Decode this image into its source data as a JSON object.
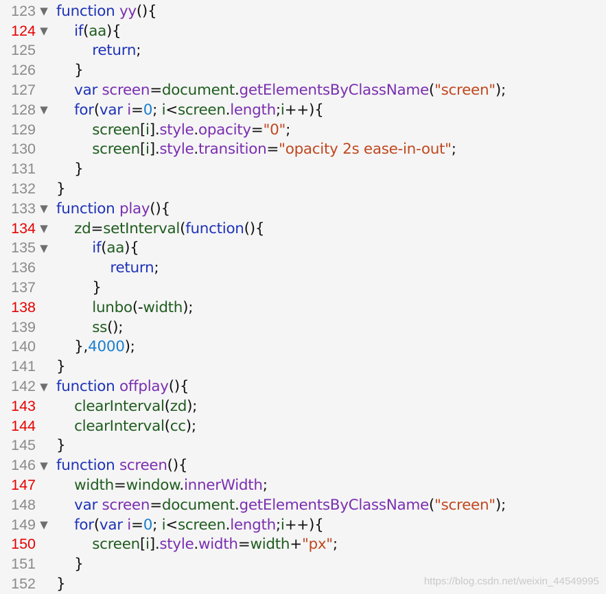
{
  "colors": {
    "keyword": "#1f33b8",
    "function_name": "#7a2fb0",
    "identifier": "#1f5c1f",
    "string": "#c0481f",
    "number": "#1a7fd0",
    "line_number": "#8a8a8a",
    "breakpoint_line_number": "#e60000",
    "background": "#f5f5f5"
  },
  "fold_icon": "triangle-down",
  "watermark": "https://blog.csdn.net/weixin_44549995",
  "lines": [
    {
      "n": "123",
      "bp": false,
      "fold": true,
      "indent": "",
      "tokens": [
        [
          "kw",
          "function "
        ],
        [
          "fn",
          "yy"
        ],
        [
          "op",
          "(){"
        ]
      ]
    },
    {
      "n": "124",
      "bp": true,
      "fold": true,
      "indent": "    ",
      "tokens": [
        [
          "kw",
          "if"
        ],
        [
          "op",
          "("
        ],
        [
          "id",
          "aa"
        ],
        [
          "op",
          "){"
        ]
      ]
    },
    {
      "n": "125",
      "bp": false,
      "fold": false,
      "indent": "        ",
      "tokens": [
        [
          "kw",
          "return"
        ],
        [
          "op",
          ";"
        ]
      ]
    },
    {
      "n": "126",
      "bp": false,
      "fold": false,
      "indent": "    ",
      "tokens": [
        [
          "op",
          "}"
        ]
      ]
    },
    {
      "n": "127",
      "bp": false,
      "fold": false,
      "indent": "    ",
      "tokens": [
        [
          "kw",
          "var "
        ],
        [
          "fn",
          "screen"
        ],
        [
          "op",
          "="
        ],
        [
          "id",
          "document"
        ],
        [
          "op",
          "."
        ],
        [
          "prop",
          "getElementsByClassName"
        ],
        [
          "op",
          "("
        ],
        [
          "str",
          "\"screen\""
        ],
        [
          "op",
          ");"
        ]
      ]
    },
    {
      "n": "128",
      "bp": false,
      "fold": true,
      "indent": "    ",
      "tokens": [
        [
          "kw",
          "for"
        ],
        [
          "op",
          "("
        ],
        [
          "kw",
          "var "
        ],
        [
          "fn",
          "i"
        ],
        [
          "op",
          "="
        ],
        [
          "num",
          "0"
        ],
        [
          "op",
          "; "
        ],
        [
          "id",
          "i"
        ],
        [
          "op",
          "<"
        ],
        [
          "id",
          "screen"
        ],
        [
          "op",
          "."
        ],
        [
          "prop",
          "length"
        ],
        [
          "op",
          ";"
        ],
        [
          "id",
          "i"
        ],
        [
          "op",
          "++){"
        ]
      ]
    },
    {
      "n": "129",
      "bp": false,
      "fold": false,
      "indent": "        ",
      "tokens": [
        [
          "id",
          "screen"
        ],
        [
          "op",
          "["
        ],
        [
          "id",
          "i"
        ],
        [
          "op",
          "]."
        ],
        [
          "prop",
          "style"
        ],
        [
          "op",
          "."
        ],
        [
          "prop",
          "opacity"
        ],
        [
          "op",
          "="
        ],
        [
          "str",
          "\"0\""
        ],
        [
          "op",
          ";"
        ]
      ]
    },
    {
      "n": "130",
      "bp": false,
      "fold": false,
      "indent": "        ",
      "tokens": [
        [
          "id",
          "screen"
        ],
        [
          "op",
          "["
        ],
        [
          "id",
          "i"
        ],
        [
          "op",
          "]."
        ],
        [
          "prop",
          "style"
        ],
        [
          "op",
          "."
        ],
        [
          "prop",
          "transition"
        ],
        [
          "op",
          "="
        ],
        [
          "str",
          "\"opacity 2s ease-in-out\""
        ],
        [
          "op",
          ";"
        ]
      ]
    },
    {
      "n": "131",
      "bp": false,
      "fold": false,
      "indent": "    ",
      "tokens": [
        [
          "op",
          "}"
        ]
      ]
    },
    {
      "n": "132",
      "bp": false,
      "fold": false,
      "indent": "",
      "tokens": [
        [
          "op",
          "}"
        ]
      ]
    },
    {
      "n": "133",
      "bp": false,
      "fold": true,
      "indent": "",
      "tokens": [
        [
          "kw",
          "function "
        ],
        [
          "fn",
          "play"
        ],
        [
          "op",
          "(){"
        ]
      ]
    },
    {
      "n": "134",
      "bp": true,
      "fold": true,
      "indent": "    ",
      "tokens": [
        [
          "id",
          "zd"
        ],
        [
          "op",
          "="
        ],
        [
          "id",
          "setInterval"
        ],
        [
          "op",
          "("
        ],
        [
          "kw",
          "function"
        ],
        [
          "op",
          "(){"
        ]
      ]
    },
    {
      "n": "135",
      "bp": false,
      "fold": true,
      "indent": "        ",
      "tokens": [
        [
          "kw",
          "if"
        ],
        [
          "op",
          "("
        ],
        [
          "id",
          "aa"
        ],
        [
          "op",
          "){"
        ]
      ]
    },
    {
      "n": "136",
      "bp": false,
      "fold": false,
      "indent": "            ",
      "tokens": [
        [
          "kw",
          "return"
        ],
        [
          "op",
          ";"
        ]
      ]
    },
    {
      "n": "137",
      "bp": false,
      "fold": false,
      "indent": "        ",
      "tokens": [
        [
          "op",
          "}"
        ]
      ]
    },
    {
      "n": "138",
      "bp": true,
      "fold": false,
      "indent": "        ",
      "tokens": [
        [
          "id",
          "lunbo"
        ],
        [
          "op",
          "(-"
        ],
        [
          "id",
          "width"
        ],
        [
          "op",
          ");"
        ]
      ]
    },
    {
      "n": "139",
      "bp": false,
      "fold": false,
      "indent": "        ",
      "tokens": [
        [
          "id",
          "ss"
        ],
        [
          "op",
          "();"
        ]
      ]
    },
    {
      "n": "140",
      "bp": false,
      "fold": false,
      "indent": "    ",
      "tokens": [
        [
          "op",
          "},"
        ],
        [
          "num",
          "4000"
        ],
        [
          "op",
          ");"
        ]
      ]
    },
    {
      "n": "141",
      "bp": false,
      "fold": false,
      "indent": "",
      "tokens": [
        [
          "op",
          "}"
        ]
      ]
    },
    {
      "n": "142",
      "bp": false,
      "fold": true,
      "indent": "",
      "tokens": [
        [
          "kw",
          "function "
        ],
        [
          "fn",
          "offplay"
        ],
        [
          "op",
          "(){"
        ]
      ]
    },
    {
      "n": "143",
      "bp": true,
      "fold": false,
      "indent": "    ",
      "tokens": [
        [
          "id",
          "clearInterval"
        ],
        [
          "op",
          "("
        ],
        [
          "id",
          "zd"
        ],
        [
          "op",
          ");"
        ]
      ]
    },
    {
      "n": "144",
      "bp": true,
      "fold": false,
      "indent": "    ",
      "tokens": [
        [
          "id",
          "clearInterval"
        ],
        [
          "op",
          "("
        ],
        [
          "id",
          "cc"
        ],
        [
          "op",
          ");"
        ]
      ]
    },
    {
      "n": "145",
      "bp": false,
      "fold": false,
      "indent": "",
      "tokens": [
        [
          "op",
          "}"
        ]
      ]
    },
    {
      "n": "146",
      "bp": false,
      "fold": true,
      "indent": "",
      "tokens": [
        [
          "kw",
          "function "
        ],
        [
          "fn",
          "screen"
        ],
        [
          "op",
          "(){"
        ]
      ]
    },
    {
      "n": "147",
      "bp": true,
      "fold": false,
      "indent": "    ",
      "tokens": [
        [
          "id",
          "width"
        ],
        [
          "op",
          "="
        ],
        [
          "id",
          "window"
        ],
        [
          "op",
          "."
        ],
        [
          "prop",
          "innerWidth"
        ],
        [
          "op",
          ";"
        ]
      ]
    },
    {
      "n": "148",
      "bp": false,
      "fold": false,
      "indent": "    ",
      "tokens": [
        [
          "kw",
          "var "
        ],
        [
          "fn",
          "screen"
        ],
        [
          "op",
          "="
        ],
        [
          "id",
          "document"
        ],
        [
          "op",
          "."
        ],
        [
          "prop",
          "getElementsByClassName"
        ],
        [
          "op",
          "("
        ],
        [
          "str",
          "\"screen\""
        ],
        [
          "op",
          ");"
        ]
      ]
    },
    {
      "n": "149",
      "bp": false,
      "fold": true,
      "indent": "    ",
      "tokens": [
        [
          "kw",
          "for"
        ],
        [
          "op",
          "("
        ],
        [
          "kw",
          "var "
        ],
        [
          "fn",
          "i"
        ],
        [
          "op",
          "="
        ],
        [
          "num",
          "0"
        ],
        [
          "op",
          "; "
        ],
        [
          "id",
          "i"
        ],
        [
          "op",
          "<"
        ],
        [
          "id",
          "screen"
        ],
        [
          "op",
          "."
        ],
        [
          "prop",
          "length"
        ],
        [
          "op",
          ";"
        ],
        [
          "id",
          "i"
        ],
        [
          "op",
          "++){"
        ]
      ]
    },
    {
      "n": "150",
      "bp": true,
      "fold": false,
      "indent": "        ",
      "tokens": [
        [
          "id",
          "screen"
        ],
        [
          "op",
          "["
        ],
        [
          "id",
          "i"
        ],
        [
          "op",
          "]."
        ],
        [
          "prop",
          "style"
        ],
        [
          "op",
          "."
        ],
        [
          "prop",
          "width"
        ],
        [
          "op",
          "="
        ],
        [
          "id",
          "width"
        ],
        [
          "op",
          "+"
        ],
        [
          "str",
          "\"px\""
        ],
        [
          "op",
          ";"
        ]
      ]
    },
    {
      "n": "151",
      "bp": false,
      "fold": false,
      "indent": "    ",
      "tokens": [
        [
          "op",
          "}"
        ]
      ]
    },
    {
      "n": "152",
      "bp": false,
      "fold": false,
      "indent": "",
      "tokens": [
        [
          "op",
          "}"
        ]
      ]
    }
  ]
}
